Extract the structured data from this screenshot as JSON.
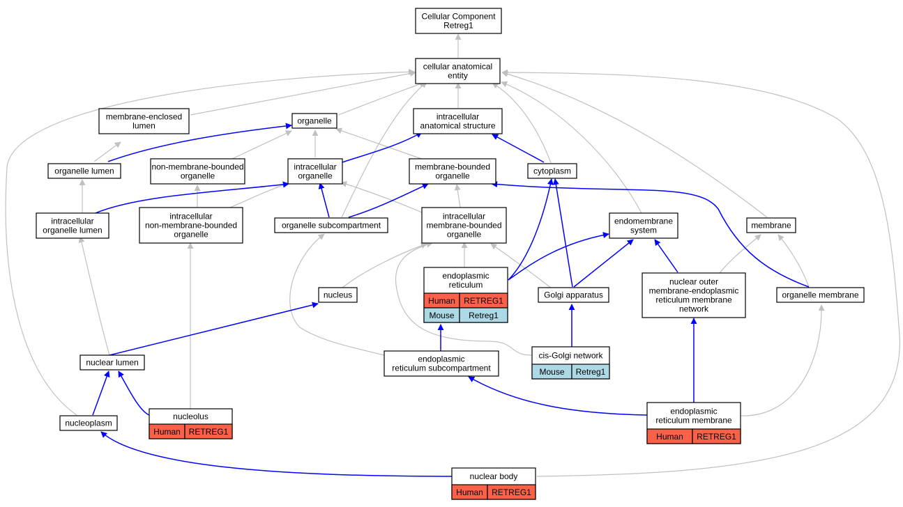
{
  "colors": {
    "is_a_edge": "#c0c0c0",
    "part_of_edge": "#0000ff",
    "human": "#fa6148",
    "mouse": "#add8e6"
  },
  "nodes": {
    "root": {
      "lines": [
        "Cellular Component",
        "Retreg1"
      ]
    },
    "cae": {
      "lines": [
        "cellular anatomical",
        "entity"
      ]
    },
    "mel": {
      "lines": [
        "membrane-enclosed",
        "lumen"
      ]
    },
    "organelle": {
      "lines": [
        "organelle"
      ]
    },
    "ias": {
      "lines": [
        "intracellular",
        "anatomical structure"
      ]
    },
    "olumen": {
      "lines": [
        "organelle lumen"
      ]
    },
    "nmbo": {
      "lines": [
        "non-membrane-bounded",
        "organelle"
      ]
    },
    "io": {
      "lines": [
        "intracellular",
        "organelle"
      ]
    },
    "mbo": {
      "lines": [
        "membrane-bounded",
        "organelle"
      ]
    },
    "cytoplasm": {
      "lines": [
        "cytoplasm"
      ]
    },
    "iol": {
      "lines": [
        "intracellular",
        "organelle lumen"
      ]
    },
    "inmbo": {
      "lines": [
        "intracellular",
        "non-membrane-bounded",
        "organelle"
      ]
    },
    "osc": {
      "lines": [
        "organelle subcompartment"
      ]
    },
    "imbo": {
      "lines": [
        "intracellular",
        "membrane-bounded",
        "organelle"
      ]
    },
    "endosys": {
      "lines": [
        "endomembrane",
        "system"
      ]
    },
    "membrane": {
      "lines": [
        "membrane"
      ]
    },
    "er": {
      "lines": [
        "endoplasmic",
        "reticulum"
      ]
    },
    "nucleus": {
      "lines": [
        "nucleus"
      ]
    },
    "golgi": {
      "lines": [
        "Golgi apparatus"
      ]
    },
    "nomer": {
      "lines": [
        "nuclear outer",
        "membrane-endoplasmic",
        "reticulum membrane",
        "network"
      ]
    },
    "omem": {
      "lines": [
        "organelle membrane"
      ]
    },
    "nlumen": {
      "lines": [
        "nuclear lumen"
      ]
    },
    "ersc": {
      "lines": [
        "endoplasmic",
        "reticulum subcompartment"
      ]
    },
    "cgn": {
      "lines": [
        "cis-Golgi network"
      ]
    },
    "nucleoplasm": {
      "lines": [
        "nucleoplasm"
      ]
    },
    "nucleolus": {
      "lines": [
        "nucleolus"
      ]
    },
    "erm": {
      "lines": [
        "endoplasmic",
        "reticulum membrane"
      ]
    },
    "nbody": {
      "lines": [
        "nuclear body"
      ]
    }
  },
  "annotations": {
    "er": [
      {
        "species": "Human",
        "gene": "RETREG1"
      },
      {
        "species": "Mouse",
        "gene": "Retreg1"
      }
    ],
    "cgn": [
      {
        "species": "Mouse",
        "gene": "Retreg1"
      }
    ],
    "nucleolus": [
      {
        "species": "Human",
        "gene": "RETREG1"
      }
    ],
    "erm": [
      {
        "species": "Human",
        "gene": "RETREG1"
      }
    ],
    "nbody": [
      {
        "species": "Human",
        "gene": "RETREG1"
      }
    ]
  }
}
